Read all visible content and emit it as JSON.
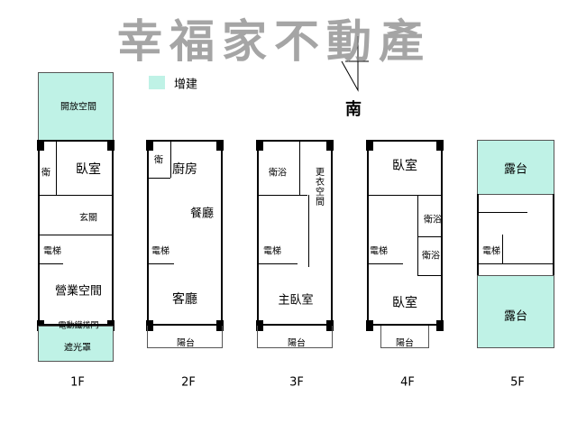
{
  "legend": {
    "label": "增建",
    "color": "#bff2e6"
  },
  "compass": {
    "direction": "南"
  },
  "watermark": "幸福家不動產",
  "floors": [
    {
      "label": "1F",
      "rooms": [
        "開放空間",
        "衛",
        "臥室",
        "玄關",
        "電梯",
        "營業空間",
        "電動鐵捲門",
        "遮光罩"
      ]
    },
    {
      "label": "2F",
      "rooms": [
        "衛",
        "廚房",
        "餐廳",
        "電梯",
        "客廳",
        "陽台"
      ]
    },
    {
      "label": "3F",
      "rooms": [
        "衛浴",
        "更衣空間",
        "電梯",
        "主臥室",
        "陽台"
      ]
    },
    {
      "label": "4F",
      "rooms": [
        "臥室",
        "衛浴",
        "衛浴",
        "電梯",
        "臥室",
        "陽台"
      ]
    },
    {
      "label": "5F",
      "rooms": [
        "露台",
        "電梯",
        "露台"
      ]
    }
  ]
}
